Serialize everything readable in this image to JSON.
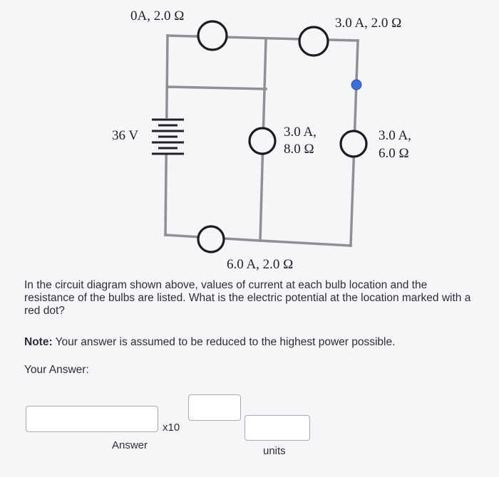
{
  "circuit": {
    "labels": {
      "top_left": "0A, 2.0 Ω",
      "top_right": "3.0 A, 2.0 Ω",
      "source": "36 V",
      "mid_left_1": "3.0 A,",
      "mid_left_2": "8.0 Ω",
      "mid_right_1": "3.0 A,",
      "mid_right_2": "6.0 Ω",
      "bottom": "6.0 A, 2.0 Ω"
    },
    "colors": {
      "wire": "#8f8f95",
      "bulb": "#1c1c20",
      "red_dot": "#3d6fd6"
    }
  },
  "question": {
    "text": "In the circuit diagram shown above, values of current at each bulb location and the resistance of the bulbs are listed. What is the electric potential at the location marked with a red dot?",
    "note_label": "Note:",
    "note_text": " Your answer is assumed to be reduced to the highest power possible."
  },
  "answer_form": {
    "your_answer_label": "Your Answer:",
    "answer_value": "",
    "exponent_value": "",
    "units_value": "",
    "x10_label": "x10",
    "answer_label": "Answer",
    "units_label": "units"
  }
}
